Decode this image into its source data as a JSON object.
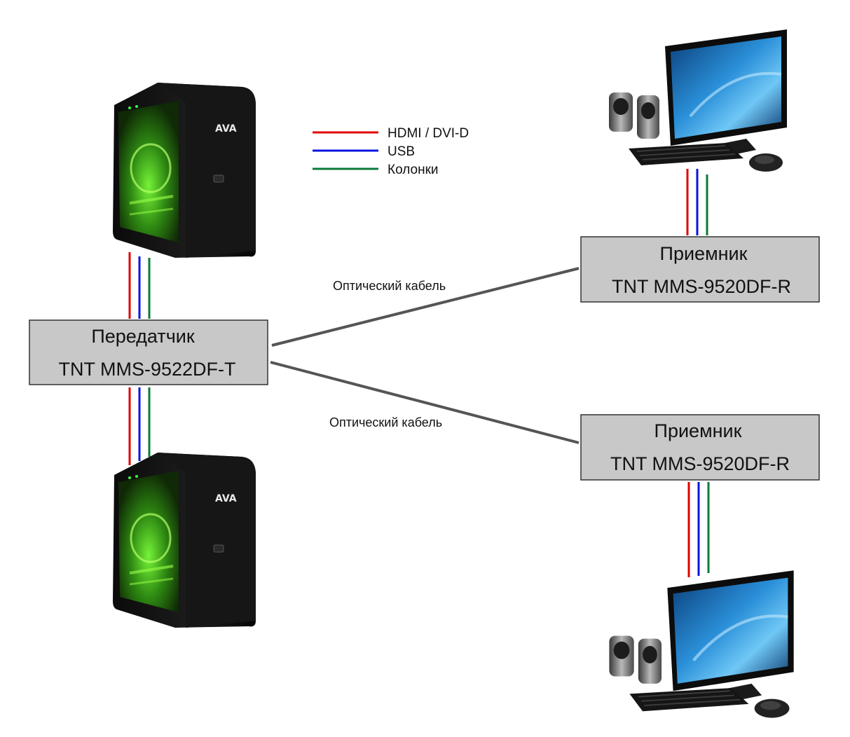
{
  "colors": {
    "hdmi": "#e00000",
    "usb": "#0a14e0",
    "audio": "#0b7a3a",
    "optical": "#555555",
    "box_fill": "#c8c8c8",
    "box_stroke": "#333333"
  },
  "legend": [
    {
      "label": "HDMI / DVI-D",
      "color_key": "hdmi"
    },
    {
      "label": "USB",
      "color_key": "usb"
    },
    {
      "label": "Колонки",
      "color_key": "audio"
    }
  ],
  "transmitter": {
    "line1": "Передатчик",
    "line2": "TNT MMS-9522DF-T"
  },
  "receiver_top": {
    "line1": "Приемник",
    "line2": "TNT MMS-9520DF-R"
  },
  "receiver_bottom": {
    "line1": "Приемник",
    "line2": "TNT MMS-9520DF-R"
  },
  "cable_top_label": "Оптический кабель",
  "cable_bottom_label": "Оптический кабель",
  "icons": {
    "pc_top": "pc-tower-icon",
    "pc_bottom": "pc-tower-icon",
    "workstation_top": "monitor-workstation-icon",
    "workstation_bottom": "monitor-workstation-icon"
  }
}
